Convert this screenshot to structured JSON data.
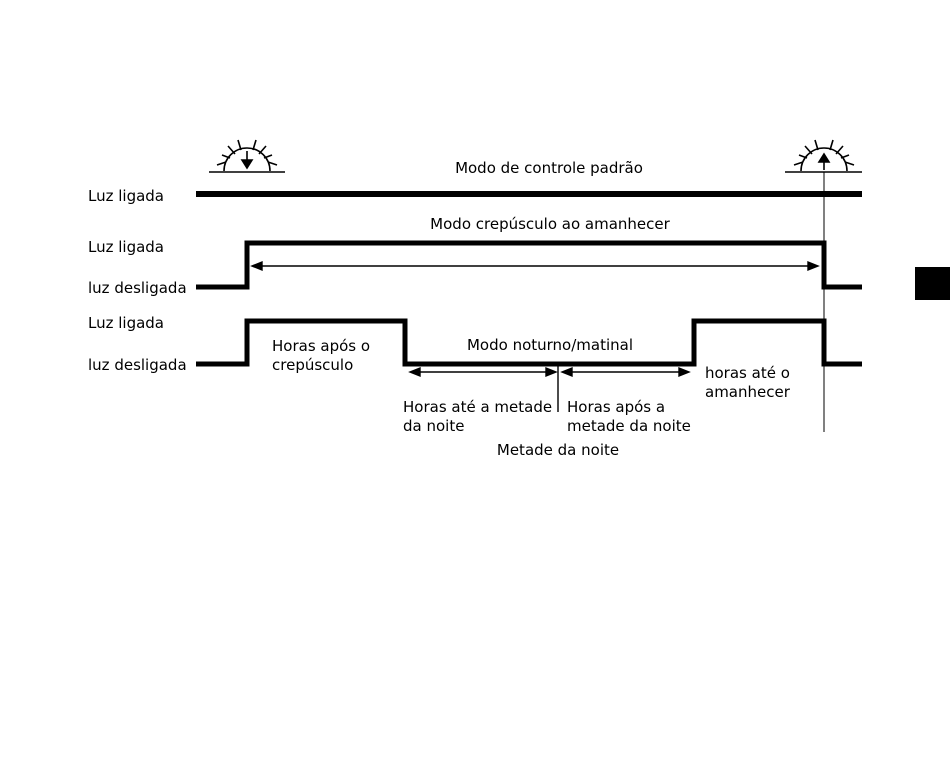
{
  "diagram": {
    "modes": {
      "standard": "Modo de controle padrão",
      "dusk_to_dawn": "Modo crepúsculo ao amanhecer",
      "night_morning": "Modo noturno/matinal"
    },
    "state_labels": {
      "on_1": "Luz ligada",
      "on_2": "Luz ligada",
      "off_2": "luz desligada",
      "on_3": "Luz ligada",
      "off_3": "luz desligada"
    },
    "annotations": {
      "hours_after_dusk_line1": "Horas após o",
      "hours_after_dusk_line2": "crepúsculo",
      "hours_until_midnight_line1": "Horas até a metade",
      "hours_until_midnight_line2": "da noite",
      "hours_after_midnight_line1": "Horas após a",
      "hours_after_midnight_line2": "metade da noite",
      "hours_until_dawn_line1": "horas até o",
      "hours_until_dawn_line2": "amanhecer",
      "midnight": "Metade da noite"
    },
    "icons": {
      "sunset": "sunset-icon",
      "sunrise": "sunrise-icon"
    },
    "colors": {
      "line": "#000000",
      "background": "#ffffff"
    }
  }
}
